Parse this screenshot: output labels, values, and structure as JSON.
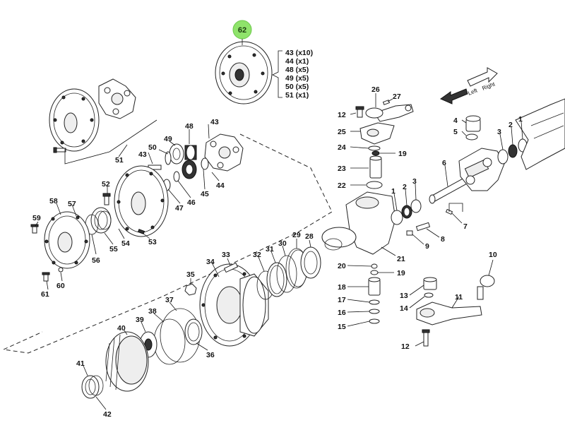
{
  "highlight": {
    "label": "62",
    "color": "#8fe36b"
  },
  "kit_contents": [
    "43 (x10)",
    "44 (x1)",
    "48 (x5)",
    "49 (x5)",
    "50 (x5)",
    "51 (x1)"
  ],
  "direction": {
    "left": "Left",
    "right": "Right"
  },
  "callouts": [
    {
      "id": "c51",
      "text": "51"
    },
    {
      "id": "c43a",
      "text": "43"
    },
    {
      "id": "c48",
      "text": "48"
    },
    {
      "id": "c49",
      "text": "49"
    },
    {
      "id": "c50",
      "text": "50"
    },
    {
      "id": "c43b",
      "text": "43"
    },
    {
      "id": "c44",
      "text": "44"
    },
    {
      "id": "c45",
      "text": "45"
    },
    {
      "id": "c46",
      "text": "46"
    },
    {
      "id": "c47",
      "text": "47"
    },
    {
      "id": "c52",
      "text": "52"
    },
    {
      "id": "c58",
      "text": "58"
    },
    {
      "id": "c57",
      "text": "57"
    },
    {
      "id": "c59",
      "text": "59"
    },
    {
      "id": "c56",
      "text": "56"
    },
    {
      "id": "c55",
      "text": "55"
    },
    {
      "id": "c54",
      "text": "54"
    },
    {
      "id": "c53",
      "text": "53"
    },
    {
      "id": "c61",
      "text": "61"
    },
    {
      "id": "c60",
      "text": "60"
    },
    {
      "id": "c26",
      "text": "26"
    },
    {
      "id": "c27",
      "text": "27"
    },
    {
      "id": "c12a",
      "text": "12"
    },
    {
      "id": "c25",
      "text": "25"
    },
    {
      "id": "c24",
      "text": "24"
    },
    {
      "id": "c19a",
      "text": "19"
    },
    {
      "id": "c23",
      "text": "23"
    },
    {
      "id": "c22",
      "text": "22"
    },
    {
      "id": "c4",
      "text": "4"
    },
    {
      "id": "c5",
      "text": "5"
    },
    {
      "id": "c3a",
      "text": "3"
    },
    {
      "id": "c2a",
      "text": "2"
    },
    {
      "id": "c1a",
      "text": "1"
    },
    {
      "id": "c6",
      "text": "6"
    },
    {
      "id": "c1b",
      "text": "1"
    },
    {
      "id": "c2b",
      "text": "2"
    },
    {
      "id": "c3b",
      "text": "3"
    },
    {
      "id": "c7",
      "text": "7"
    },
    {
      "id": "c8",
      "text": "8"
    },
    {
      "id": "c9",
      "text": "9"
    },
    {
      "id": "c21",
      "text": "21"
    },
    {
      "id": "c33",
      "text": "33"
    },
    {
      "id": "c34",
      "text": "34"
    },
    {
      "id": "c32",
      "text": "32"
    },
    {
      "id": "c31",
      "text": "31"
    },
    {
      "id": "c30",
      "text": "30"
    },
    {
      "id": "c29",
      "text": "29"
    },
    {
      "id": "c28",
      "text": "28"
    },
    {
      "id": "c35",
      "text": "35"
    },
    {
      "id": "c37",
      "text": "37"
    },
    {
      "id": "c38",
      "text": "38"
    },
    {
      "id": "c39",
      "text": "39"
    },
    {
      "id": "c40",
      "text": "40"
    },
    {
      "id": "c36",
      "text": "36"
    },
    {
      "id": "c41",
      "text": "41"
    },
    {
      "id": "c42",
      "text": "42"
    },
    {
      "id": "c20",
      "text": "20"
    },
    {
      "id": "c19b",
      "text": "19"
    },
    {
      "id": "c18",
      "text": "18"
    },
    {
      "id": "c17",
      "text": "17"
    },
    {
      "id": "c16",
      "text": "16"
    },
    {
      "id": "c15",
      "text": "15"
    },
    {
      "id": "c13",
      "text": "13"
    },
    {
      "id": "c14",
      "text": "14"
    },
    {
      "id": "c11",
      "text": "11"
    },
    {
      "id": "c10",
      "text": "10"
    },
    {
      "id": "c12b",
      "text": "12"
    }
  ]
}
